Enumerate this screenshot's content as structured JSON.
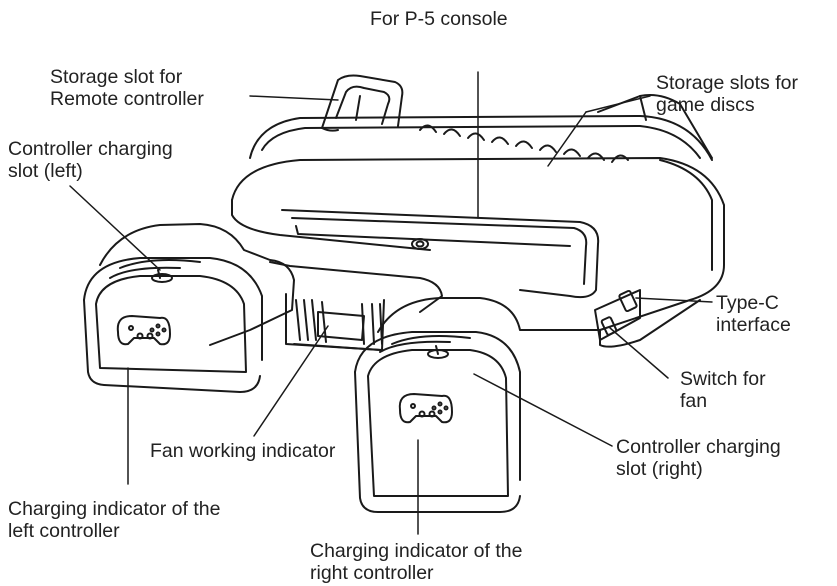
{
  "diagram": {
    "line_color": "#1a1a1a",
    "text_color": "#222222",
    "labels": {
      "console": {
        "line1": "For P-5 console"
      },
      "remote_slot": {
        "line1": "Storage slot for",
        "line2": "Remote controller"
      },
      "disc_slots": {
        "line1": "Storage slots for",
        "line2": "game discs"
      },
      "charge_left": {
        "line1": "Controller charging",
        "line2": "slot (left)"
      },
      "type_c": {
        "line1": "Type-C",
        "line2": "interface"
      },
      "fan_switch": {
        "line1": "Switch for",
        "line2": "fan"
      },
      "fan_indicator": {
        "line1": "Fan working indicator"
      },
      "charge_right": {
        "line1": "Controller charging",
        "line2": "slot (right)"
      },
      "indicator_left": {
        "line1": "Charging indicator of the",
        "line2": "left controller"
      },
      "indicator_right": {
        "line1": "Charging indicator of the",
        "line2": "right controller"
      }
    }
  }
}
